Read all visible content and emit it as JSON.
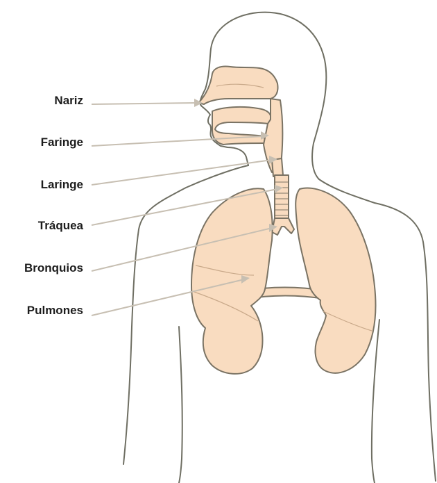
{
  "labels": {
    "nariz": "Nariz",
    "faringe": "Faringe",
    "laringe": "Laringe",
    "traquea": "Tráquea",
    "bronquios": "Bronquios",
    "pulmones": "Pulmones"
  },
  "colors": {
    "organ_fill": "#f9dcc0",
    "body_outline": "#6f6f63",
    "pointer": "#c7bfb2",
    "label_text": "#1d1d1d"
  }
}
